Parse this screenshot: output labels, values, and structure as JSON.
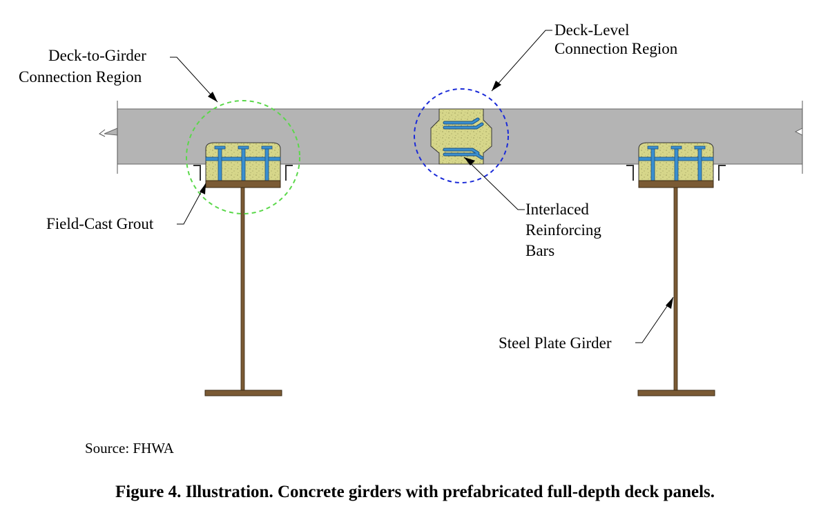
{
  "labels": {
    "deck_to_girder": [
      "Deck-to-Girder",
      "Connection Region"
    ],
    "deck_level": [
      "Deck-Level",
      "Connection Region"
    ],
    "field_cast_grout": "Field-Cast Grout",
    "interlaced_bars": [
      "Interlaced",
      "Reinforcing",
      "Bars"
    ],
    "steel_plate_girder": "Steel Plate Girder"
  },
  "source": "Source: FHWA",
  "caption": "Figure 4. Illustration. Concrete girders with prefabricated full-depth deck panels.",
  "colors": {
    "deck": "#b4b4b4",
    "grout": "#d6d68a",
    "rebar": "#3a8fd0",
    "steel": "#7a5a34",
    "circle_green": "#5ad84a",
    "circle_blue": "#1a2ad8"
  }
}
